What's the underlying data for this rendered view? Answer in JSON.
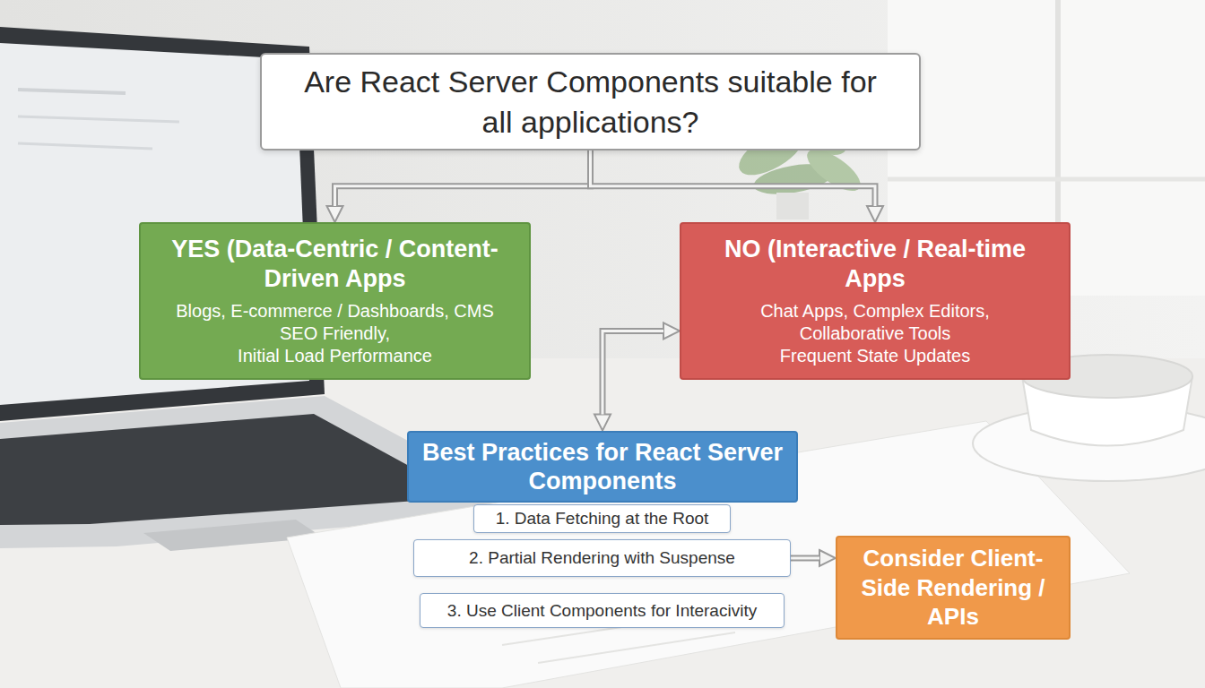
{
  "diagram": {
    "nodes": [
      {
        "text": [
          "Are React Server Components suitable for all applications?"
        ]
      },
      {
        "text": [
          "YES (Data-Centric / Content-Driven Apps",
          "Blogs, E-commerce / Dashboards, CMS",
          "SEO Friendly,",
          "Initial Load Performance"
        ]
      },
      {
        "text": [
          "NO (Interactive / Real-time Apps",
          "Chat Apps, Complex Editors,",
          "Collaborative Tools",
          "Frequent State Updates"
        ]
      },
      {
        "text": [
          "Best Practices for React Server Components"
        ]
      },
      {
        "text": [
          "1. Data Fetching at the Root"
        ]
      },
      {
        "text": [
          "2. Partial Rendering with Suspense"
        ]
      },
      {
        "text": [
          "3. Use Client Components for Interacivity"
        ]
      },
      {
        "text": [
          "Consider Client-Side Rendering / APIs"
        ]
      }
    ],
    "edges": [
      {
        "from": 0,
        "to": 1,
        "arrow": "to"
      },
      {
        "from": 0,
        "to": 2,
        "arrow": "to"
      },
      {
        "from": 3,
        "to": 2,
        "arrow": "both"
      },
      {
        "from": 5,
        "to": 7,
        "arrow": "to"
      }
    ]
  }
}
